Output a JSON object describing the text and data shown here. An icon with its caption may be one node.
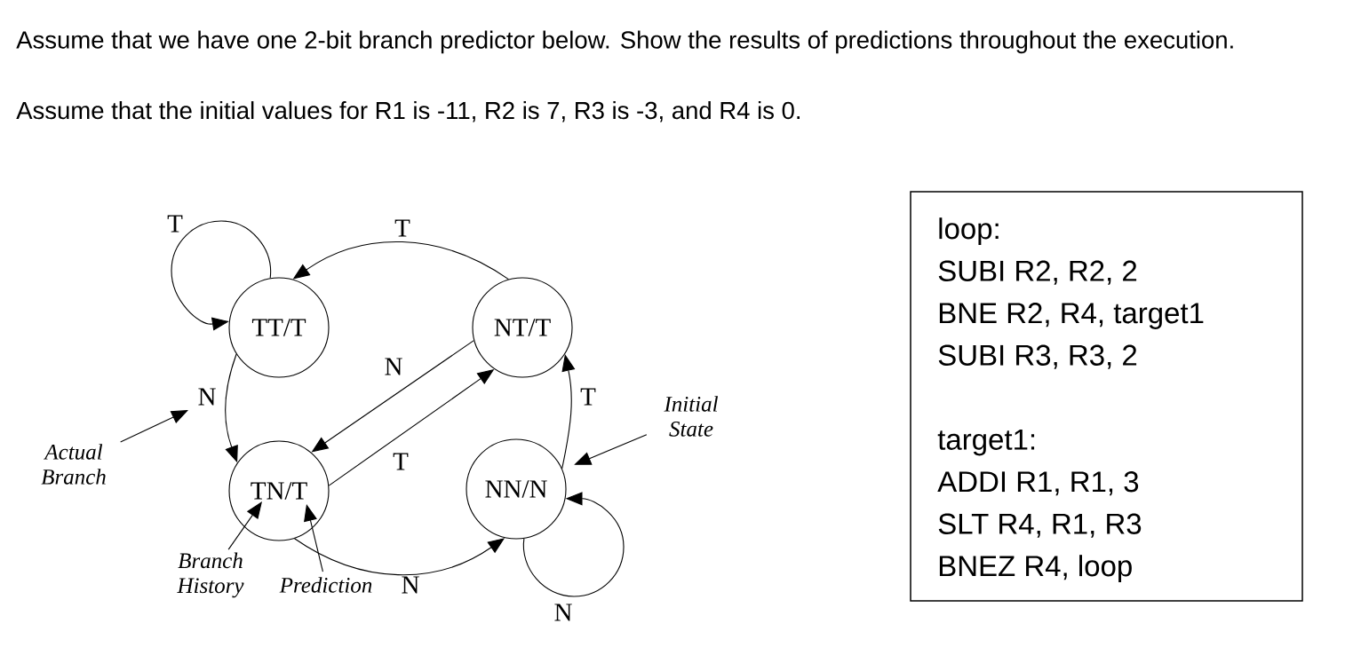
{
  "diagram": {
    "nodes": [
      {
        "text": [
          "TT/T"
        ]
      },
      {
        "text": [
          "NT/T"
        ]
      },
      {
        "text": [
          "TN/T"
        ]
      },
      {
        "text": [
          "NN/N"
        ]
      },
      {
        "text": [
          "Actual Branch"
        ]
      },
      {
        "text": [
          "Initial State"
        ]
      },
      {
        "text": [
          "Branch History"
        ]
      },
      {
        "text": [
          "Prediction"
        ]
      },
      {
        "text": [
          "loop:",
          "SUBI R2, R2, 2",
          "BNE R2, R4, target1",
          "SUBI R3, R3, 2",
          "target1:",
          "ADDI R1, R1, 3",
          "SLT R4, R1, R3",
          "BNEZ R4, loop"
        ]
      }
    ],
    "edges": [
      {
        "from": 0,
        "to": 0,
        "arrow": "to",
        "label": "T"
      },
      {
        "from": 1,
        "to": 0,
        "arrow": "to",
        "label": "T"
      },
      {
        "from": 0,
        "to": 2,
        "arrow": "to",
        "label": "N"
      },
      {
        "from": 1,
        "to": 2,
        "arrow": "to",
        "label": "N"
      },
      {
        "from": 2,
        "to": 1,
        "arrow": "to",
        "label": "T"
      },
      {
        "from": 3,
        "to": 1,
        "arrow": "to",
        "label": "T"
      },
      {
        "from": 2,
        "to": 3,
        "arrow": "to",
        "label": "N"
      },
      {
        "from": 3,
        "to": 3,
        "arrow": "to",
        "label": "N"
      },
      {
        "from": 4,
        "to": null,
        "arrow": "to"
      },
      {
        "from": 5,
        "to": 3,
        "arrow": "to"
      },
      {
        "from": 6,
        "to": 2,
        "arrow": "to"
      },
      {
        "from": 7,
        "to": 2,
        "arrow": "to"
      }
    ],
    "labels": [
      "Assume that we have one 2-bit branch predictor below. Show the results of predictions throughout the execution.",
      "Assume that the initial values for R1 is -11, R2 is 7, R3 is -3, and R4 is 0."
    ]
  }
}
